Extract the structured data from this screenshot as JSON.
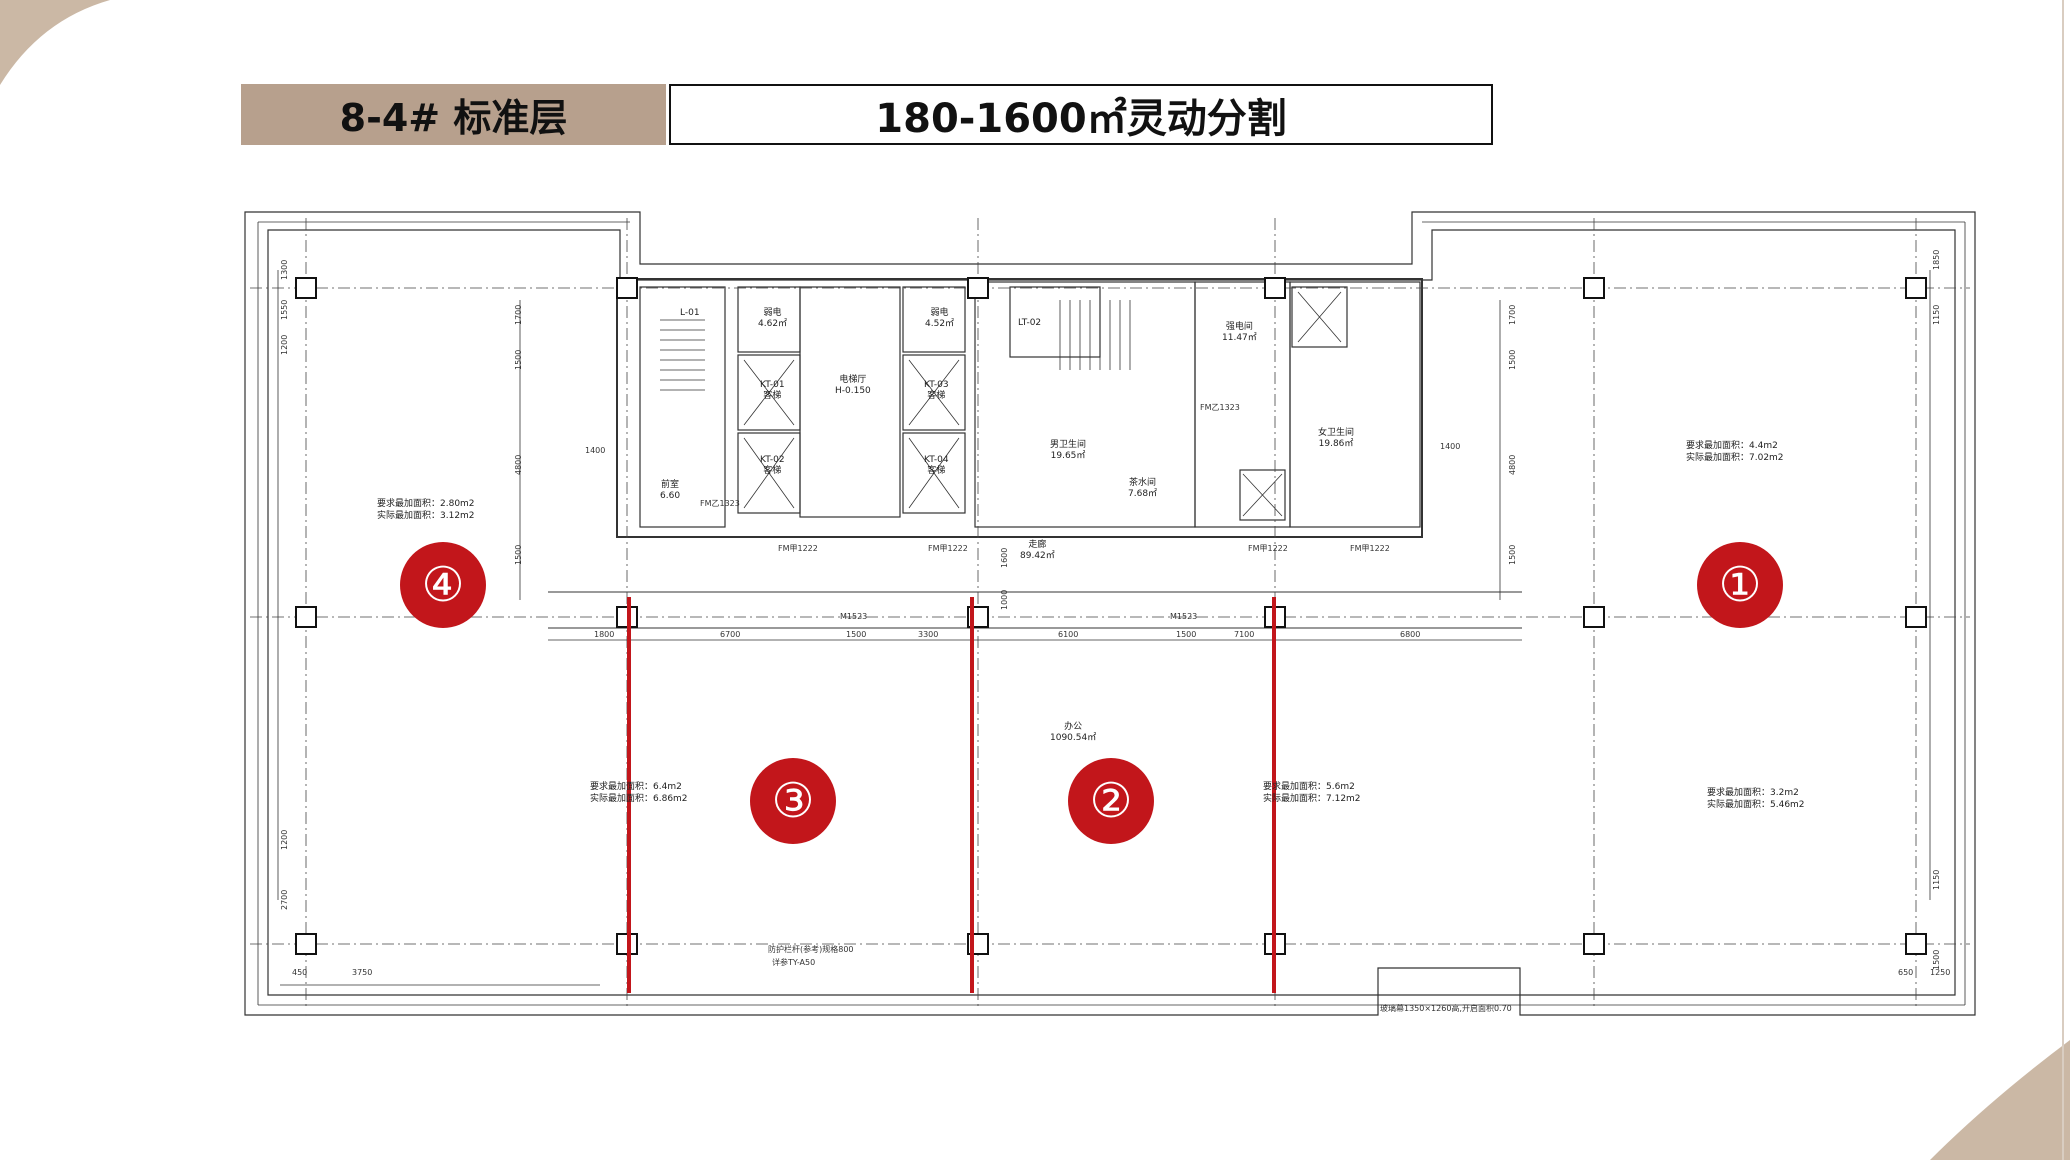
{
  "header": {
    "building_label": "8-4# 标准层",
    "division_label": "180-1600㎡灵动分割"
  },
  "zones": [
    "④",
    "③",
    "②",
    "①"
  ],
  "area_notes": [
    {
      "line1": "要求最加面积：2.80m2",
      "line2": "实际最加面积：3.12m2"
    },
    {
      "line1": "要求最加面积：6.4m2",
      "line2": "实际最加面积：6.86m2"
    },
    {
      "line1": "要求最加面积：5.6m2",
      "line2": "实际最加面积：7.12m2"
    },
    {
      "line1": "要求最加面积：3.2m2",
      "line2": "实际最加面积：5.46m2"
    },
    {
      "line1": "要求最加面积：4.4m2",
      "line2": "实际最加面积：7.02m2"
    }
  ],
  "rooms": [
    {
      "name": "L-01",
      "area": ""
    },
    {
      "name": "弱电",
      "area": "4.62㎡"
    },
    {
      "name": "LT-02",
      "area": ""
    },
    {
      "name": "弱电",
      "area": "4.52㎡"
    },
    {
      "name": "强电间",
      "area": "11.47㎡"
    },
    {
      "name": "电梯厅",
      "area": "H-0.150"
    },
    {
      "name": "前室",
      "area": "6.60"
    },
    {
      "name": "男卫生间",
      "area": "19.65㎡"
    },
    {
      "name": "茶水间",
      "area": "7.68㎡"
    },
    {
      "name": "女卫生间",
      "area": "19.86㎡"
    },
    {
      "name": "走廊",
      "area": "89.42㎡"
    },
    {
      "name": "办公",
      "area": "1090.54㎡"
    },
    {
      "name": "KT-01",
      "area": "客梯"
    },
    {
      "name": "KT-02",
      "area": "客梯"
    },
    {
      "name": "KT-03",
      "area": "客梯"
    },
    {
      "name": "KT-04",
      "area": "客梯"
    }
  ],
  "door_labels": [
    "M1523",
    "M1523",
    "FM乙1323",
    "FM乙1323",
    "FM甲1222",
    "FM甲1222",
    "FM甲1222",
    "FM甲1222"
  ],
  "dimensions": {
    "bottom": [
      "1800",
      "6700",
      "1500",
      "3300",
      "6100",
      "1500",
      "7100",
      "6800"
    ],
    "left": [
      "1300",
      "1550",
      "1200",
      "1700",
      "1500",
      "4800",
      "1500",
      "1200",
      "2700"
    ],
    "right": [
      "1850",
      "1150",
      "1700",
      "1500",
      "4800",
      "1500",
      "1150",
      "1500"
    ],
    "small": [
      "450",
      "3750",
      "650",
      "1250",
      "1400",
      "1400",
      "1000",
      "1600"
    ]
  },
  "notes": {
    "bottom_note": "防护栏杆(参考)规格800",
    "bottom_note2": "详参TY-A50",
    "bottom_right_note": "玻璃幕1350×1260高,开启面积0.70"
  },
  "colors": {
    "title_bg": "#b7a08d",
    "accent_red": "#c2161b",
    "corner_tan": "#cbb8a5"
  }
}
